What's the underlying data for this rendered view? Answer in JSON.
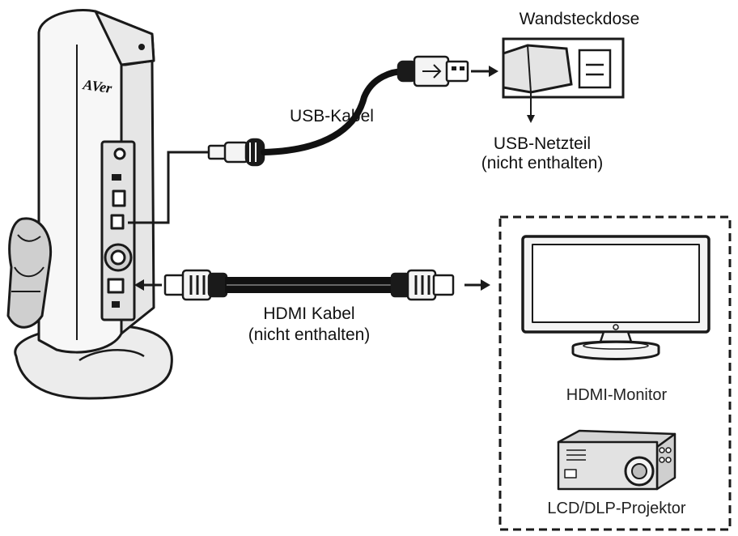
{
  "labels": {
    "wall_outlet": "Wandsteckdose",
    "usb_cable": "USB-Kabel",
    "usb_adapter_line1": "USB-Netzteil",
    "usb_adapter_line2": "(nicht enthalten)",
    "hdmi_cable_line1": "HDMI Kabel",
    "hdmi_cable_line2": "(nicht enthalten)",
    "hdmi_monitor": "HDMI-Monitor",
    "projector": "LCD/DLP-Projektor"
  },
  "camera_logo": "AVer",
  "colors": {
    "ink": "#111111",
    "line": "#1a1a1a",
    "fill_light": "#f4f4f4",
    "fill_mid": "#d9d9d9",
    "background": "#ffffff"
  }
}
